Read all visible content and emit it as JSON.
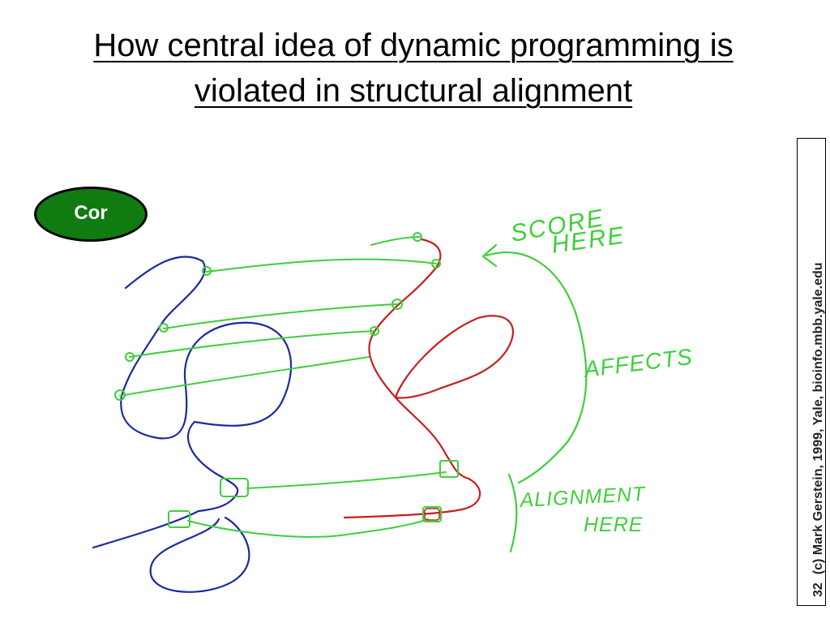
{
  "slide": {
    "title": "How central idea of dynamic programming is violated in structural alignment",
    "badge_text": "Cor",
    "slide_number": "32",
    "copyright": "(c) Mark Gerstein, 1999, Yale, bioinfo.mbb.yale.edu"
  },
  "annotations": {
    "score_line1": "SCORE",
    "score_line2": "HERE",
    "affects": "AFFECTS",
    "alignment_line1": "ALIGNMENT",
    "alignment_line2": "HERE"
  },
  "colors": {
    "blue_curve": "#1a2a9e",
    "red_curve": "#c42020",
    "green_ink": "#3fcf3a",
    "badge": "#117a11"
  }
}
